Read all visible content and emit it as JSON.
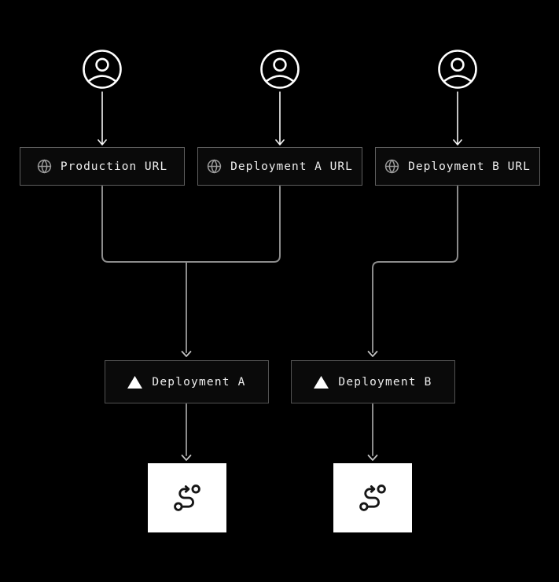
{
  "diagram": {
    "nodes": {
      "clients": [
        {
          "icon": "user-icon"
        },
        {
          "icon": "user-icon"
        },
        {
          "icon": "user-icon"
        }
      ],
      "urls": [
        {
          "icon": "globe-icon",
          "label": "Production URL"
        },
        {
          "icon": "globe-icon",
          "label": "Deployment A URL"
        },
        {
          "icon": "globe-icon",
          "label": "Deployment B URL"
        }
      ],
      "deployments": [
        {
          "icon": "vercel-logo-icon",
          "label": "Deployment A"
        },
        {
          "icon": "vercel-logo-icon",
          "label": "Deployment B"
        }
      ],
      "functions": [
        {
          "icon": "route-icon"
        },
        {
          "icon": "route-icon"
        }
      ]
    },
    "edges": [
      {
        "from": "client-1",
        "to": "production-url"
      },
      {
        "from": "client-2",
        "to": "deployment-a-url"
      },
      {
        "from": "client-3",
        "to": "deployment-b-url"
      },
      {
        "from": "production-url",
        "to": "deployment-a"
      },
      {
        "from": "deployment-a-url",
        "to": "deployment-a"
      },
      {
        "from": "deployment-b-url",
        "to": "deployment-b"
      },
      {
        "from": "deployment-a",
        "to": "function-a"
      },
      {
        "from": "deployment-b",
        "to": "function-b"
      }
    ],
    "colors": {
      "background": "#000000",
      "node_background": "#0a0a0a",
      "node_border": "#5f5f5f",
      "text": "#ededed",
      "user_icon": "#ffffff",
      "globe_icon": "#9b9b9b",
      "vercel_triangle": "#ffffff",
      "client_edge_line": "#f5f5f5",
      "routing_edge_line": "#8c8c8c",
      "edge_arrow": "#c2c2c2",
      "function_node_background": "#ffffff",
      "route_icon": "#161616"
    }
  }
}
